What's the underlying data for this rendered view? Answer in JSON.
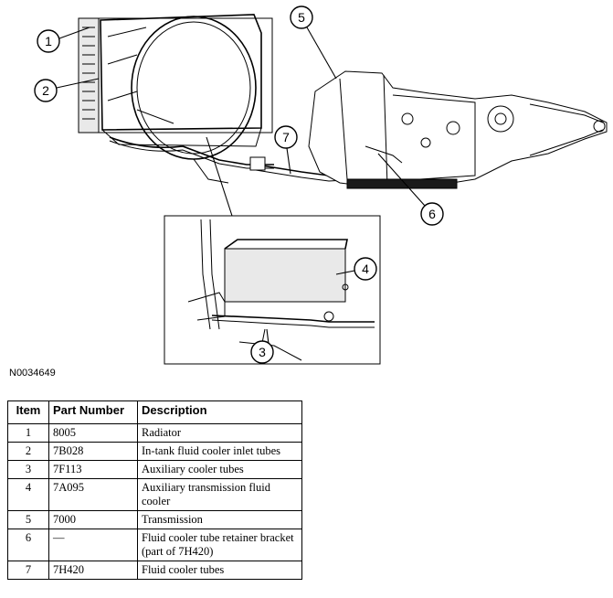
{
  "figure_code": "N0034649",
  "callouts": [
    "1",
    "2",
    "3",
    "4",
    "5",
    "6",
    "7"
  ],
  "table": {
    "headers": [
      "Item",
      "Part Number",
      "Description"
    ],
    "rows": [
      {
        "item": "1",
        "part_number": "8005",
        "description": "Radiator"
      },
      {
        "item": "2",
        "part_number": "7B028",
        "description": "In-tank fluid cooler inlet tubes"
      },
      {
        "item": "3",
        "part_number": "7F113",
        "description": "Auxiliary cooler tubes"
      },
      {
        "item": "4",
        "part_number": "7A095",
        "description": "Auxiliary transmission fluid cooler"
      },
      {
        "item": "5",
        "part_number": "7000",
        "description": "Transmission"
      },
      {
        "item": "6",
        "part_number": "—",
        "description": "Fluid cooler tube retainer bracket (part of 7H420)"
      },
      {
        "item": "7",
        "part_number": "7H420",
        "description": "Fluid cooler tubes"
      }
    ]
  }
}
